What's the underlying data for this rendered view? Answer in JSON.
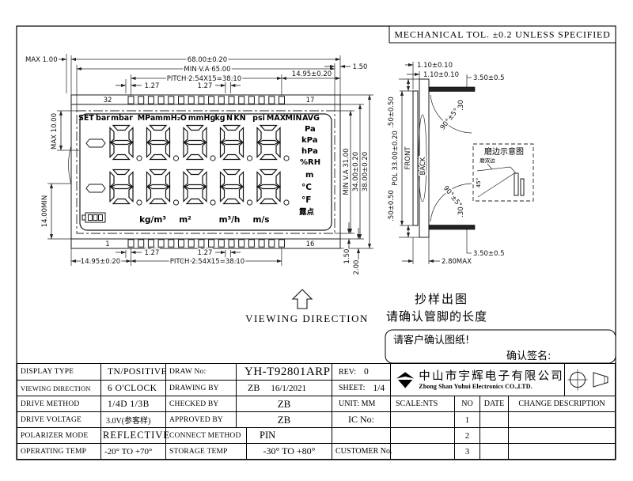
{
  "tol_note": "MECHANICAL TOL. ±0.2 UNLESS SPECIFIED",
  "viewing_direction": "VIEWING DIRECTION",
  "front_view": {
    "pin_top_left": "32",
    "pin_top_right": "17",
    "pin_bottom_left": "1",
    "pin_bottom_right": "16",
    "dim_max_1": "MAX  1.00",
    "dim_width": "68.00±0.20",
    "dim_va_width": "MIN  V.A  65.00",
    "dim_pitch": "PITCH  2.54X15=38.10",
    "dim_offset": "14.95±0.20",
    "dim_127": "1.27",
    "dim_max_10": "MAX  10.00",
    "dim_min_14": "14.00MIN",
    "dim_va_h": "MIN  V.A  31.00",
    "dim_34": "34.00±0.20",
    "dim_38": "38.00±0.20",
    "dim_150": "1.50",
    "dim_200": "2.00"
  },
  "lcd": {
    "top_labels": [
      "SET",
      "bar",
      "mbar",
      "MPa",
      "mmH₂O",
      "mmHg",
      "kg",
      "N",
      "KN",
      "psi",
      "MAX",
      "MIN",
      "AVG"
    ],
    "right_labels": [
      "Pa",
      "kPa",
      "hPa",
      "%RH",
      "m",
      "°C",
      "°F",
      "露点"
    ],
    "bottom_labels": [
      "kg/m³",
      "m²",
      "m³/h",
      "m/s"
    ],
    "rows": [
      "88888",
      "88888"
    ],
    "battery_icon": "battery-icon",
    "minus_icon": "minus-sign-segment"
  },
  "side_view": {
    "label_front": "FRONT",
    "label_back": "BACK",
    "dim_110": "1.10±0.10",
    "dim_350": "3.50±0.5",
    "dim_030": ".30",
    "dim_angle": "90°±5°",
    "dim_pol": "POL  33.00±0.20",
    "dim_050": ".50±0.50",
    "dim_280": "2.80MAX",
    "grind": {
      "title": "磨边示意图",
      "note": "磨双边",
      "angle": "45°"
    }
  },
  "notes": {
    "sample": "抄样出图",
    "pin_length": "请确认管脚的长度",
    "confirm": "请客户确认图纸!",
    "signature": "确认签名:"
  },
  "title_block": {
    "display_type_label": "DISPLAY TYPE",
    "display_type": "TN/POSITIVE",
    "draw_no_label": "DRAW No:",
    "draw_no": "YH-T92801ARP",
    "rev_label": "REV:",
    "rev": "0",
    "viewing_label": "VIEWING DIRECTION",
    "viewing": "6 O'CLOCK",
    "drawing_by_label": "DRAWING BY",
    "drawing_by": "ZB",
    "drawing_date": "16/1/2021",
    "sheet_label": "SHEET:",
    "sheet": "1/4",
    "drive_method_label": "DRIVE METHOD",
    "drive_method": "1/4D  1/3B",
    "checked_by_label": "CHECKED BY",
    "checked_by": "ZB",
    "unit_label": "UNIT: MM",
    "scale_label": "SCALE:NTS",
    "no_label": "NO",
    "date_label": "DATE",
    "change_label": "CHANGE DESCRIPTION",
    "drive_voltage_label": "DRIVE VOLTAGE",
    "drive_voltage": "3.0V(参客样)",
    "approved_by_label": "APPROVED BY",
    "approved_by": "ZB",
    "ic_label": "IC  No:",
    "polarizer_label": "POLARIZER MODE",
    "polarizer": "REFLECTIVE",
    "connect_label": "CONNECT METHOD",
    "connect": "PIN",
    "operating_label": "OPERATING TEMP",
    "operating": "-20° TO +70°",
    "storage_label": "STORAGE TEMP",
    "storage": "-30° TO +80°",
    "customer_label": "CUSTOMER No.",
    "rows": [
      "1",
      "2",
      "3"
    ],
    "company_cn": "中山市宇辉电子有限公司",
    "company_en": "Zhong Shan Yuhui Electronics CO.,LTD."
  }
}
